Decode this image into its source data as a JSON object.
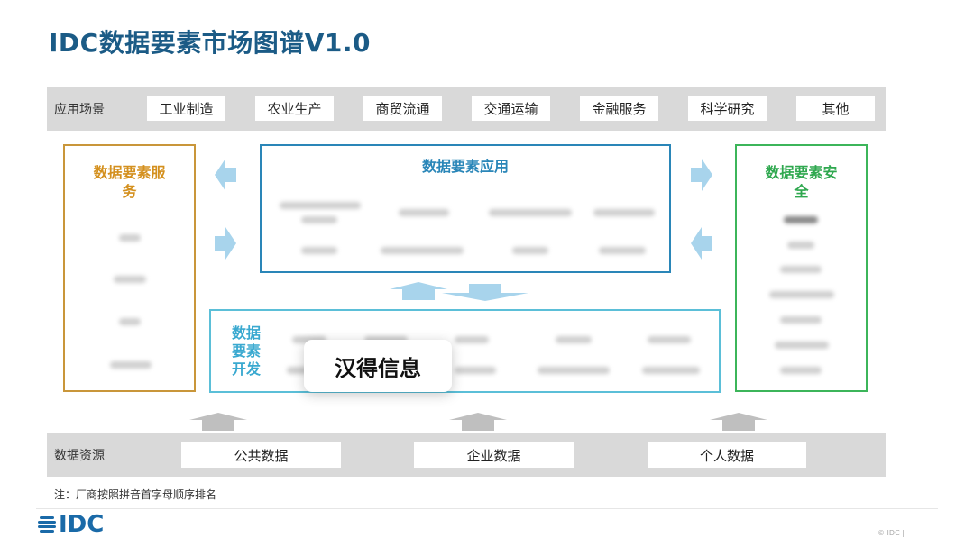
{
  "title": "IDC数据要素市场图谱V1.0",
  "scenarios": {
    "label": "应用场景",
    "items": [
      "工业制造",
      "农业生产",
      "商贸流通",
      "交通运输",
      "金融服务",
      "科学研究",
      "其他"
    ]
  },
  "services": {
    "title": "数据要素服务"
  },
  "application": {
    "title": "数据要素应用"
  },
  "security": {
    "title": "数据要素安全"
  },
  "development": {
    "title": "数据要素开发"
  },
  "popup": {
    "text": "汉得信息"
  },
  "resources": {
    "label": "数据资源",
    "items": [
      "公共数据",
      "企业数据",
      "个人数据"
    ]
  },
  "note": "注：厂商按照拼音首字母顺序排名",
  "logo": "IDC",
  "copyright": "© IDC |",
  "colors": {
    "title": "#1b5b86",
    "services": "#c9963a",
    "application": "#2a86b8",
    "security": "#3cb55a",
    "development": "#5bbfd8",
    "arrow": "#a8d4ec",
    "grayArrow": "#bfbfbf"
  }
}
